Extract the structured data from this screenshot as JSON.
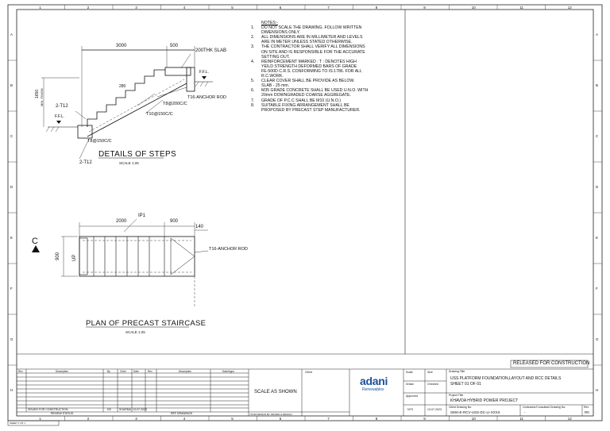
{
  "notes": {
    "heading": "NOTES:-",
    "lines": [
      {
        "num": "1.",
        "text": "DO NOT SCALE THE DRAWING. FOLLOW WRITTEN"
      },
      {
        "num": "",
        "text": "DIMENSIONS ONLY."
      },
      {
        "num": "2.",
        "text": "ALL DIMENSIONS ARE IN MILLIMETER AND LEVELS"
      },
      {
        "num": "",
        "text": "ARE IN METER UNLESS STATED OTHERWISE."
      },
      {
        "num": "3.",
        "text": "THE CONTRACTOR SHALL VERIFY ALL DIMENSIONS"
      },
      {
        "num": "",
        "text": "ON SITE AND IS RESPONSIBLE FOR THE ACCURATE"
      },
      {
        "num": "",
        "text": "SETTING OUT."
      },
      {
        "num": "4.",
        "text": "REINFORCEMENT MARKED : T : DENOTES HIGH"
      },
      {
        "num": "",
        "text": "YEILD STRENGTH DEFORMED BARS OF GRADE"
      },
      {
        "num": "",
        "text": "FE-500D C.R.S. CONFORMING TO IS:1786. FOR ALL"
      },
      {
        "num": "",
        "text": "R.C.WORK."
      },
      {
        "num": "5.",
        "text": "CLEAR COVER SHALL BE PROVIDE AS BELOW."
      },
      {
        "num": "",
        "text": "SLAB          - 25 mm."
      },
      {
        "num": "6.",
        "text": "M35 GRADE CONCRETE SHALL BE USED U.N.O. WITH"
      },
      {
        "num": "",
        "text": "20mm DOWNGRADED COARSE AGGREGATE."
      },
      {
        "num": "7.",
        "text": "GRADE OF P.C.C SHALL BE M10 (U.N.O.)"
      },
      {
        "num": "8.",
        "text": "SUITABLE FIXING ARRANGEMENT SHALL BE"
      },
      {
        "num": "",
        "text": "PROPOSED BY PRECAST STEP MANUFACTURER."
      }
    ]
  },
  "steps_detail": {
    "dim_top_left": "3000",
    "dim_top_right": "500",
    "slab_label": "200THK SLAB",
    "ffl_top": "F.F.L.",
    "ffl_bottom": "F.F.L.",
    "height_label": "1650",
    "height_sub": "MIN. FINISH",
    "riser_dim": "280",
    "bar_left": "2-T12",
    "anchor_rod": "T16-ANCHOR ROD",
    "bar_t8": "T8@200C/C",
    "bar_t10": "T10@150C/C",
    "bar_t8_bottom": "T8@150C/C",
    "bar_bottom": "2-T12",
    "title": "DETAILS OF STEPS",
    "scale": "SCALE 1:25"
  },
  "plan": {
    "marker": "C",
    "ip_label": "IP1",
    "dim_2000": "2000",
    "dim_900": "900",
    "dim_140": "140",
    "width_dim": "900",
    "up_label": "UP",
    "anchor_rod": "T16-ANCHOR ROD",
    "title": "PLAN OF PRECAST STAIRCASE",
    "scale": "SCALE 1:25"
  },
  "released": "RELEASED FOR CONSTRUCTION",
  "grid": {
    "columns": [
      "1",
      "2",
      "3",
      "4",
      "5",
      "6",
      "7",
      "8",
      "9",
      "10",
      "11",
      "12"
    ],
    "rows": [
      "A",
      "B",
      "C",
      "D",
      "E",
      "F",
      "G",
      "H"
    ]
  },
  "title_block": {
    "rev_headers": [
      "Rev",
      "Description",
      "By",
      "Chkd",
      "Date",
      "Rev",
      "Description",
      "Date/Apps"
    ],
    "rev_first_row_desc": "ISSUED FOR CONSTRUCTION",
    "rev_first_row_by": "DS",
    "rev_first_row_chkd": "SHARMA",
    "rev_first_row_date": "13-07-2023",
    "client_label": "Client",
    "review_status": "REVIEW STATUS",
    "ref_drawings": "REF DRAWINGS",
    "scale_as_shown": "SCALE AS SHOWN",
    "design_by": "YOUR DESIGN BY, DRAWN & DESIGN",
    "brand": "adani",
    "brand_sub": "Renewables",
    "drawing_title_label": "Drawing Title",
    "drawing_title_1": "USS PLATFORM FOUNDATION,LAYOUT AND RCC DETAILS",
    "drawing_title_2": "SHEET 01 OF 01",
    "project_title_label": "Project Title",
    "project_title": "KHAVDA HYBRID POWER PROJECT",
    "client_drg_label": "Client Drawing No.",
    "client_drg_no": "SMH-E-RCV-USS-DC-LI-XXXX",
    "contractor_drg_label": "Contractor/Consultant Drawing No.",
    "contractor_drg_no": "-",
    "rev_label": "Rev",
    "rev_value": "R0",
    "scale_label": "Scale",
    "scale_value": "NTS",
    "size_label": "Size",
    "size_value": "A1",
    "drawn_label": "Drawn",
    "checked_label": "Checked",
    "approved_label": "Approved",
    "date_label": "Date",
    "date_value": "13-07-2023",
    "sheet_label": "SHEET 1 OF 1"
  }
}
